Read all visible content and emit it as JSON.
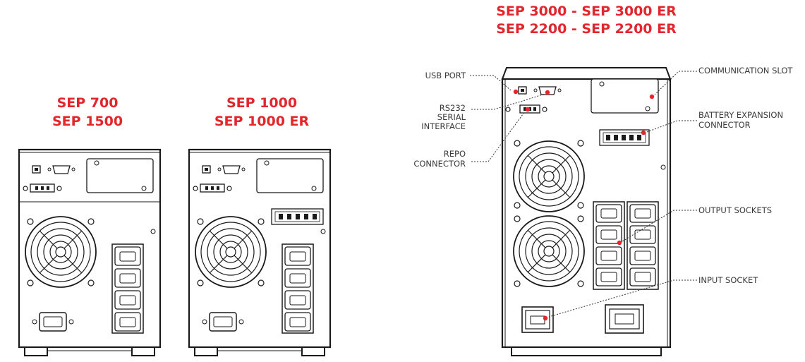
{
  "titles": {
    "small": [
      "SEP 700",
      "SEP 1500"
    ],
    "medium": [
      "SEP 1000",
      "SEP 1000 ER"
    ],
    "large": [
      "SEP 3000 - SEP 3000 ER",
      "SEP 2200 - SEP 2200 ER"
    ]
  },
  "callouts": {
    "usb_port": "USB PORT",
    "rs232": [
      "RS232",
      "SERIAL",
      "INTERFACE"
    ],
    "repo": [
      "REPO",
      "CONNECTOR"
    ],
    "communication_slot": "COMMUNICATION SLOT",
    "battery_expansion": [
      "BATTERY EXPANSION",
      "CONNECTOR"
    ],
    "output_sockets": "OUTPUT SOCKETS",
    "input_socket": "INPUT SOCKET"
  },
  "colors": {
    "accent": "#e3262b",
    "line": "#1a1a1a",
    "text": "#3a3a3a"
  }
}
